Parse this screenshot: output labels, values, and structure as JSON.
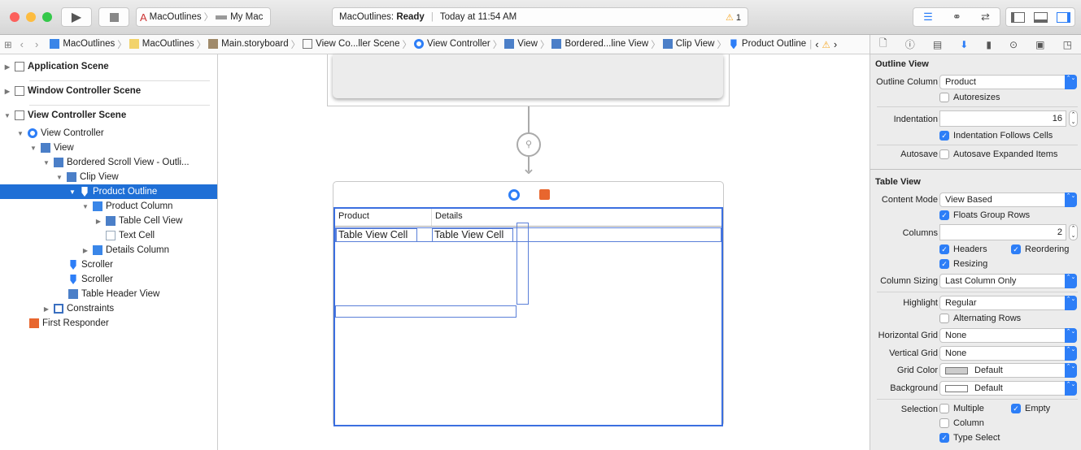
{
  "toolbar": {
    "scheme": "MacOutlines",
    "destination": "My Mac",
    "status_app": "MacOutlines:",
    "status_state": "Ready",
    "status_time": "Today at 11:54 AM",
    "warning_count": "1"
  },
  "jumpbar": [
    "MacOutlines",
    "MacOutlines",
    "Main.storyboard",
    "View Co...ller Scene",
    "View Controller",
    "View",
    "Bordered...line View",
    "Clip View",
    "Product Outline"
  ],
  "navigator": {
    "scenes": [
      "Application Scene",
      "Window Controller Scene",
      "View Controller Scene"
    ],
    "tree": [
      {
        "label": "View Controller",
        "icon": "view-controller-icon"
      },
      {
        "label": "View",
        "icon": "view-icon"
      },
      {
        "label": "Bordered Scroll View - Outli...",
        "icon": "view-icon"
      },
      {
        "label": "Clip View",
        "icon": "view-icon"
      },
      {
        "label": "Product Outline",
        "icon": "outline-icon"
      },
      {
        "label": "Product Column",
        "icon": "cube-icon"
      },
      {
        "label": "Table Cell View",
        "icon": "view-icon"
      },
      {
        "label": "Text Cell",
        "icon": "text-cell-icon"
      },
      {
        "label": "Details Column",
        "icon": "cube-icon"
      },
      {
        "label": "Scroller",
        "icon": "scroller-icon"
      },
      {
        "label": "Scroller",
        "icon": "scroller-icon"
      },
      {
        "label": "Table Header View",
        "icon": "view-icon"
      },
      {
        "label": "Constraints",
        "icon": "constraints-icon"
      },
      {
        "label": "First Responder",
        "icon": "first-responder-icon"
      }
    ]
  },
  "canvas": {
    "columns": [
      "Product",
      "Details"
    ],
    "cells": [
      "Table View Cell",
      "Table View Cell"
    ]
  },
  "inspector": {
    "outline_section": "Outline View",
    "outline_column_label": "Outline Column",
    "outline_column": "Product",
    "autoresizes": "Autoresizes",
    "indentation_label": "Indentation",
    "indentation": "16",
    "indent_follows": "Indentation Follows Cells",
    "autosave_label": "Autosave",
    "autosave": "Autosave Expanded Items",
    "table_section": "Table View",
    "content_mode_label": "Content Mode",
    "content_mode": "View Based",
    "floats": "Floats Group Rows",
    "columns_label": "Columns",
    "columns": "2",
    "headers": "Headers",
    "reordering": "Reordering",
    "resizing": "Resizing",
    "column_sizing_label": "Column Sizing",
    "column_sizing": "Last Column Only",
    "highlight_label": "Highlight",
    "highlight": "Regular",
    "alternating": "Alternating Rows",
    "hgrid_label": "Horizontal Grid",
    "hgrid": "None",
    "vgrid_label": "Vertical Grid",
    "vgrid": "None",
    "grid_color_label": "Grid Color",
    "grid_color": "Default",
    "background_label": "Background",
    "background": "Default",
    "selection_label": "Selection",
    "multiple": "Multiple",
    "empty": "Empty",
    "column": "Column",
    "type_select": "Type Select"
  },
  "colors": {
    "accent": "#2d7ef7",
    "selection": "#1f6fd6",
    "warning": "#f5a623"
  }
}
